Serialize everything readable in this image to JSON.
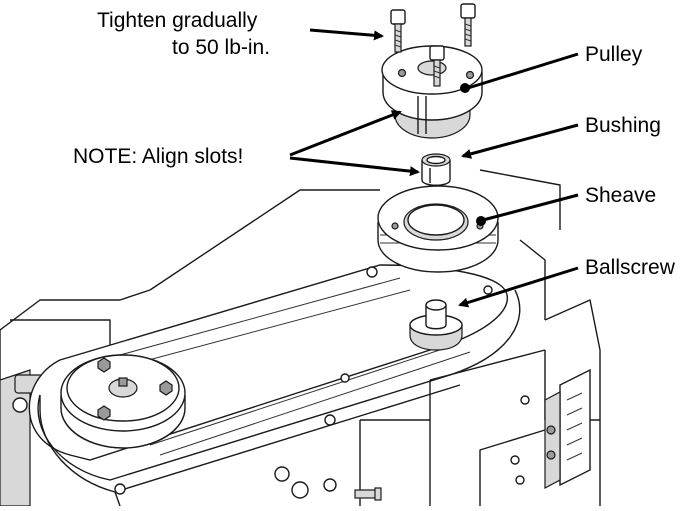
{
  "labels": {
    "tighten_line1": "Tighten gradually",
    "tighten_line2": "to 50 lb-in.",
    "pulley": "Pulley",
    "bushing": "Bushing",
    "note": "NOTE: Align slots!",
    "sheave": "Sheave",
    "ballscrew": "Ballscrew"
  }
}
